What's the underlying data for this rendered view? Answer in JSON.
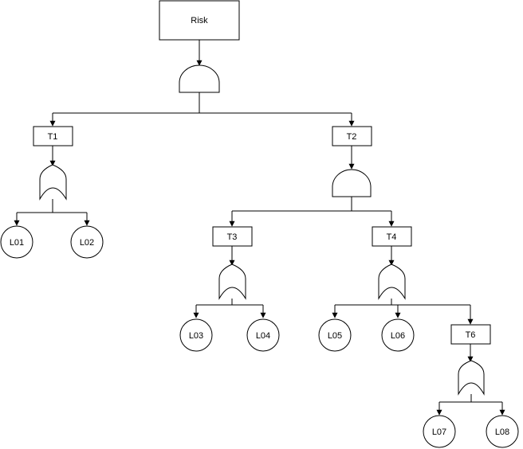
{
  "diagram": {
    "top_event": {
      "label": "Risk",
      "gate": "and"
    },
    "events": {
      "t1": {
        "label": "T1",
        "gate": "or"
      },
      "t2": {
        "label": "T2",
        "gate": "and"
      },
      "t3": {
        "label": "T3",
        "gate": "or"
      },
      "t4": {
        "label": "T4",
        "gate": "or"
      },
      "t6": {
        "label": "T6",
        "gate": "or"
      }
    },
    "leaves": {
      "l01": "L01",
      "l02": "L02",
      "l03": "L03",
      "l04": "L04",
      "l05": "L05",
      "l06": "L06",
      "l07": "L07",
      "l08": "L08"
    }
  }
}
